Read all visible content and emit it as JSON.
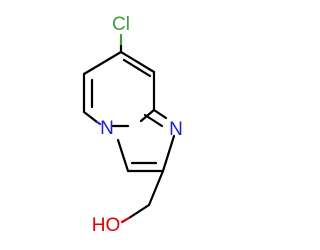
{
  "molecule": {
    "atoms": {
      "chlorine": {
        "label": "Cl",
        "color": "#3ca03c"
      },
      "nitrogen_bridge": {
        "label": "N",
        "color": "#2121c8"
      },
      "nitrogen_ring": {
        "label": "N",
        "color": "#2121c8"
      },
      "hydroxyl": {
        "label": "HO",
        "color": "#e00000"
      }
    },
    "bond_color": "#000000"
  }
}
